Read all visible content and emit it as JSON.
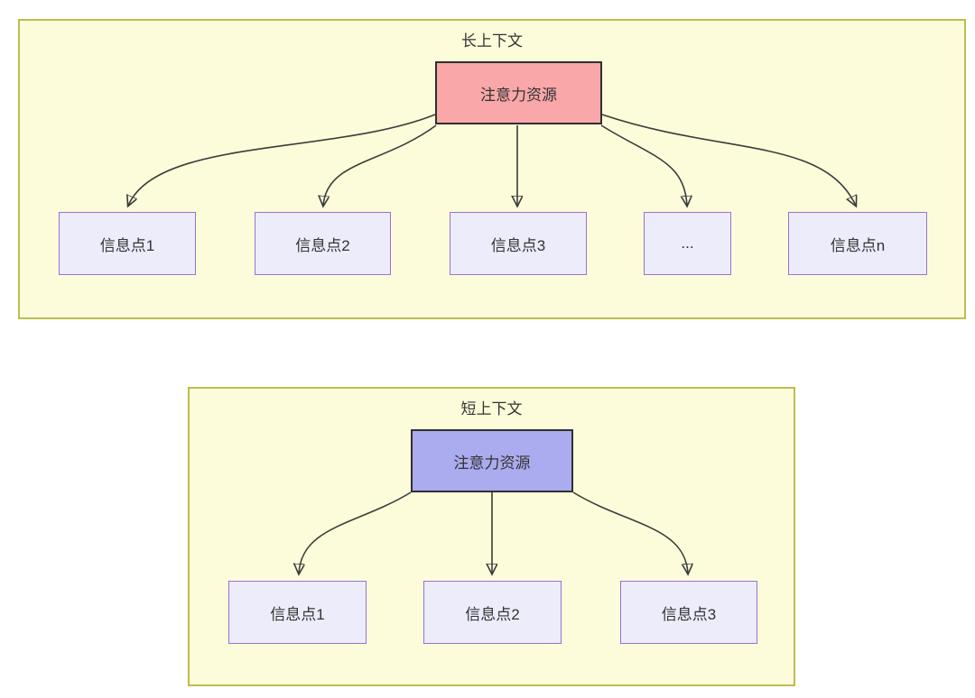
{
  "diagram": {
    "panels": [
      {
        "id": "long-context",
        "title": "长上下文",
        "root": {
          "label": "注意力资源",
          "fill": "#F9A7A9"
        },
        "children": [
          {
            "label": "信息点1"
          },
          {
            "label": "信息点2"
          },
          {
            "label": "信息点3"
          },
          {
            "label": "..."
          },
          {
            "label": "信息点n"
          }
        ]
      },
      {
        "id": "short-context",
        "title": "短上下文",
        "root": {
          "label": "注意力资源",
          "fill": "#ABABEF"
        },
        "children": [
          {
            "label": "信息点1"
          },
          {
            "label": "信息点2"
          },
          {
            "label": "信息点3"
          }
        ]
      }
    ],
    "colors": {
      "panel_fill": "#FCFCDB",
      "panel_border": "#BDBD4F",
      "leaf_fill": "#ECECFB",
      "leaf_border": "#9673D2",
      "root_border": "#2F2F2F",
      "root_fill_long": "#F9A7A9",
      "root_fill_short": "#ABABEF",
      "arrow": "#3B3B3B",
      "text": "#333333"
    }
  }
}
